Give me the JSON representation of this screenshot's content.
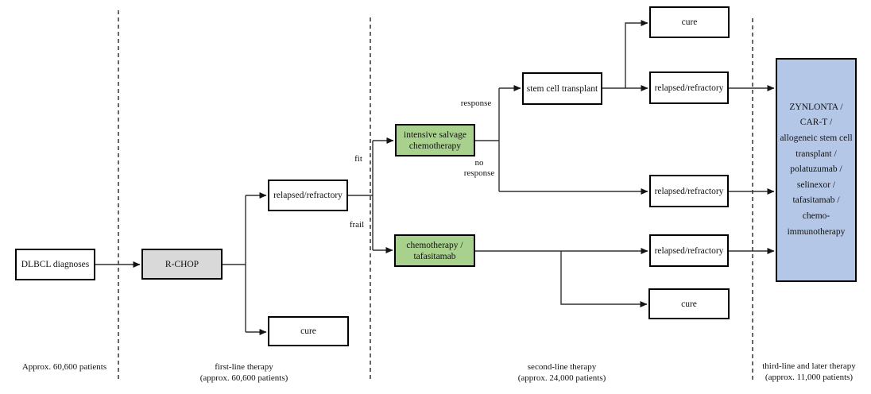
{
  "diagram": {
    "nodes": {
      "dlbcl": {
        "label": "DLBCL diagnoses"
      },
      "rchop": {
        "label": "R-CHOP"
      },
      "rr_first": {
        "label": "relapsed/refractory"
      },
      "cure_first": {
        "label": "cure"
      },
      "isc": {
        "label": "intensive salvage\nchemotherapy"
      },
      "chemo_tafa": {
        "label": "chemotherapy /\ntafasitamab"
      },
      "sct": {
        "label": "stem cell transplant"
      },
      "cure_sct": {
        "label": "cure"
      },
      "rr_sct": {
        "label": "relapsed/refractory"
      },
      "rr_noresp": {
        "label": "relapsed/refractory"
      },
      "rr_frail": {
        "label": "relapsed/refractory"
      },
      "cure_frail": {
        "label": "cure"
      },
      "third_line": {
        "label": "ZYNLONTA /\nCAR-T /\nallogeneic stem cell\ntransplant /\npolatuzumab /\nselinexor /\ntafasitamab /\nchemo-\nimmunotherapy"
      }
    },
    "edge_labels": {
      "fit": "fit",
      "frail": "frail",
      "response": "response",
      "no_response": "no\nresponse"
    },
    "lanes": {
      "diagnosis": "Approx. 60,600 patients",
      "first_line": "first-line therapy\n(approx. 60,600 patients)",
      "second_line": "second-line therapy\n(approx. 24,000 patients)",
      "third_line": "third-line and later therapy\n(approx. 11,000 patients)"
    },
    "colors": {
      "green": "#a9d18e",
      "blue": "#b4c7e7",
      "gray": "#d9d9d9",
      "line": "#303030"
    }
  }
}
